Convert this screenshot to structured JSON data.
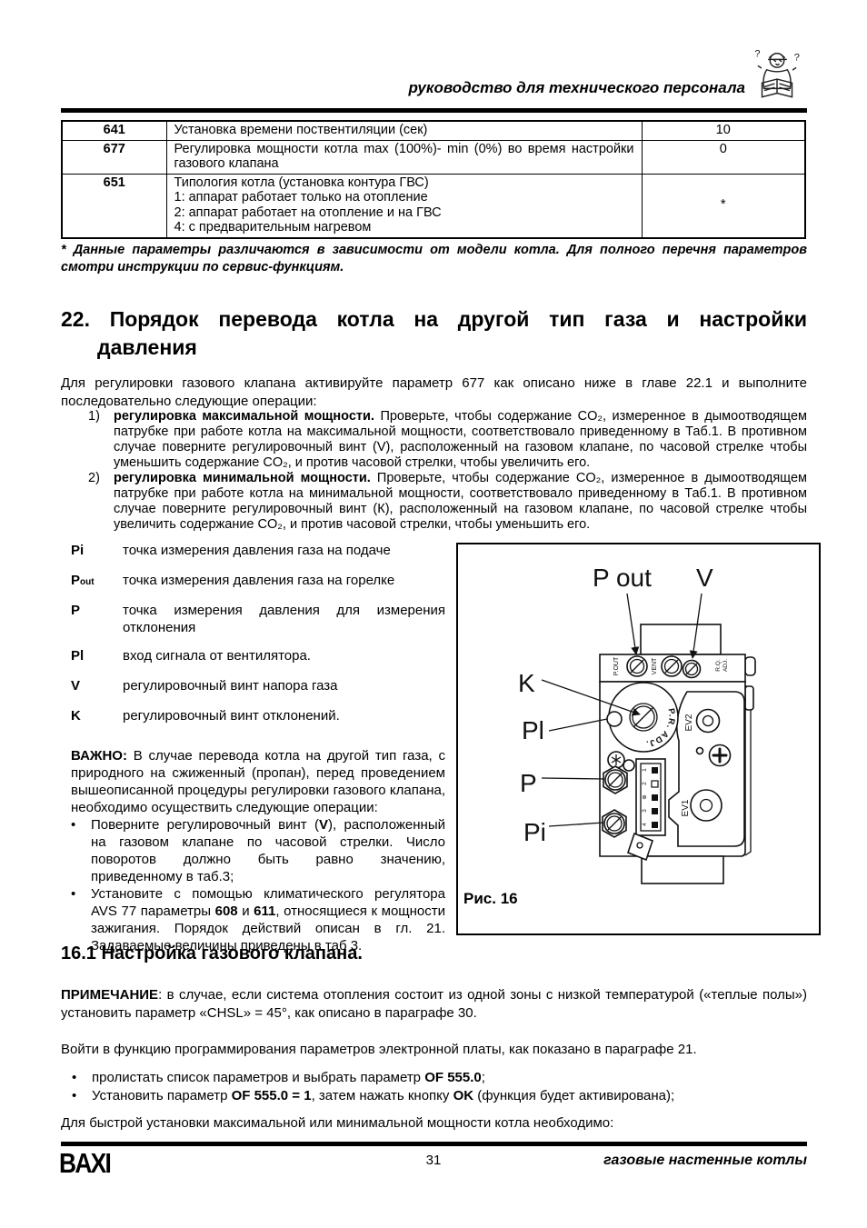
{
  "header": {
    "title": "руководство для технического персонала",
    "qm": "?"
  },
  "ui": {
    "bullet": "•"
  },
  "table": {
    "rows": [
      {
        "param": "641",
        "desc": [
          "Установка времени поствентиляции (сек)"
        ],
        "value": "10"
      },
      {
        "param": "677",
        "desc": [
          "Регулировка мощности котла max (100%)- min (0%) во время настройки газового клапана"
        ],
        "value": "0"
      },
      {
        "param": "651",
        "desc": [
          "Типология котла (установка контура ГВС)",
          "1: аппарат работает только на отопление",
          "2: аппарат работает на отопление и на ГВС",
          "4: с предварительным нагревом"
        ],
        "value": "*"
      }
    ]
  },
  "footnote": "* Данные параметры различаются в зависимости от модели котла. Для полного перечня параметров смотри инструкции по сервис-функциям.",
  "section22": {
    "heading_line1": "22. Порядок перевода котла на другой тип газа и настройки",
    "heading_line2": "давления",
    "intro": "Для регулировки газового клапана активируйте параметр 677 как описано ниже в главе 22.1 и выполните последовательно следующие операции:",
    "item1_num": "1)",
    "item1_bold": "регулировка максимальной мощности.",
    "item1_text": " Проверьте, чтобы содержание CO₂, измеренное в дымоотводящем патрубке при работе котла на максимальной мощности, соответствовало приведенному в Таб.1. В противном случае поверните регулировочный винт (V), расположенный на газовом клапане, по часовой стрелке чтобы уменьшить содержание CO₂, и против часовой стрелки, чтобы увеличить его.",
    "item2_num": "2)",
    "item2_bold": "регулировка минимальной мощности.",
    "item2_text": " Проверьте, чтобы содержание CO₂, измеренное в дымоотводящем патрубке при работе котла на минимальной мощности, соответствовало приведенному в Таб.1. В противном случае поверните регулировочный винт (К), расположенный на газовом клапане, по часовой стрелке чтобы увеличить содержание CO₂, и против часовой стрелки, чтобы уменьшить его."
  },
  "defs": [
    {
      "term": "Pi",
      "text": "точка измерения давления газа на подаче"
    },
    {
      "term": "P",
      "term_sub": "out",
      "text": "точка измерения давления газа на горелке"
    },
    {
      "term": "P",
      "text": "точка измерения давления для измерения отклонения"
    },
    {
      "term": "Pl",
      "text": "вход сигнала от вентилятора."
    },
    {
      "term": "V",
      "text": "регулировочный винт напора газа"
    },
    {
      "term": "K",
      "text": "регулировочный винт отклонений."
    }
  ],
  "important": {
    "label": "ВАЖНО:",
    "text": " В случае перевода котла на другой тип газа, с природного на сжиженный (пропан), перед проведением вышеописанной процедуры регулировки газового клапана, необходимо осуществить следующие операции:",
    "b1_pre": "Поверните регулировочный винт (",
    "b1_bold": "V",
    "b1_post": "), расположенный на газовом клапане по часовой стрелки. Число поворотов должно быть равно значению, приведенному в таб.3;",
    "b2_pre": "Установите с помощью климатического регулятора AVS 77 параметры ",
    "b2_bold1": "608",
    "b2_mid": " и ",
    "b2_bold2": "611",
    "b2_post": ", относящиеся к мощности зажигания. Порядок действий описан в гл. 21. Задаваемые величины приведены в таб 3."
  },
  "figure": {
    "caption": "Рис. 16",
    "labels": {
      "pout": "P out",
      "v": "V",
      "k": "K",
      "pl": "Pl",
      "p": "P",
      "pi": "Pi"
    },
    "valve": {
      "screw1": "P.OUT",
      "screw2": "VENT",
      "screw3a": "R.Q.",
      "screw3b": "ADJ.",
      "dial": "P.R. ADJ.",
      "ev2": "EV2",
      "ev1": "EV1",
      "pins": [
        "1",
        "2",
        "⊕",
        "3",
        "4"
      ]
    }
  },
  "section16": {
    "heading": "16.1 Настройка газового клапана.",
    "note_label": "ПРИМЕЧАНИЕ",
    "note_text": ": в случае, если система отопления состоит из одной зоны с низкой температурой («теплые полы») установить параметр «CHSL» = 45°, как описано в параграфе 30.",
    "para1": "Войти в функцию программирования параметров электронной платы, как показано в параграфе 21.",
    "b1_pre": "пролистать список параметров и выбрать параметр ",
    "b1_bold": "OF 555.0",
    "b1_post": ";",
    "b2_pre": "Установить параметр ",
    "b2_bold1": "OF 555.0 = 1",
    "b2_mid": ", затем нажать кнопку ",
    "b2_bold2": "OK",
    "b2_post": " (функция будет активирована);",
    "para2": "Для быстрой установки максимальной или минимальной мощности котла необходимо:"
  },
  "footer": {
    "logo": "BAXI",
    "page": "31",
    "right": "газовые настенные котлы"
  }
}
